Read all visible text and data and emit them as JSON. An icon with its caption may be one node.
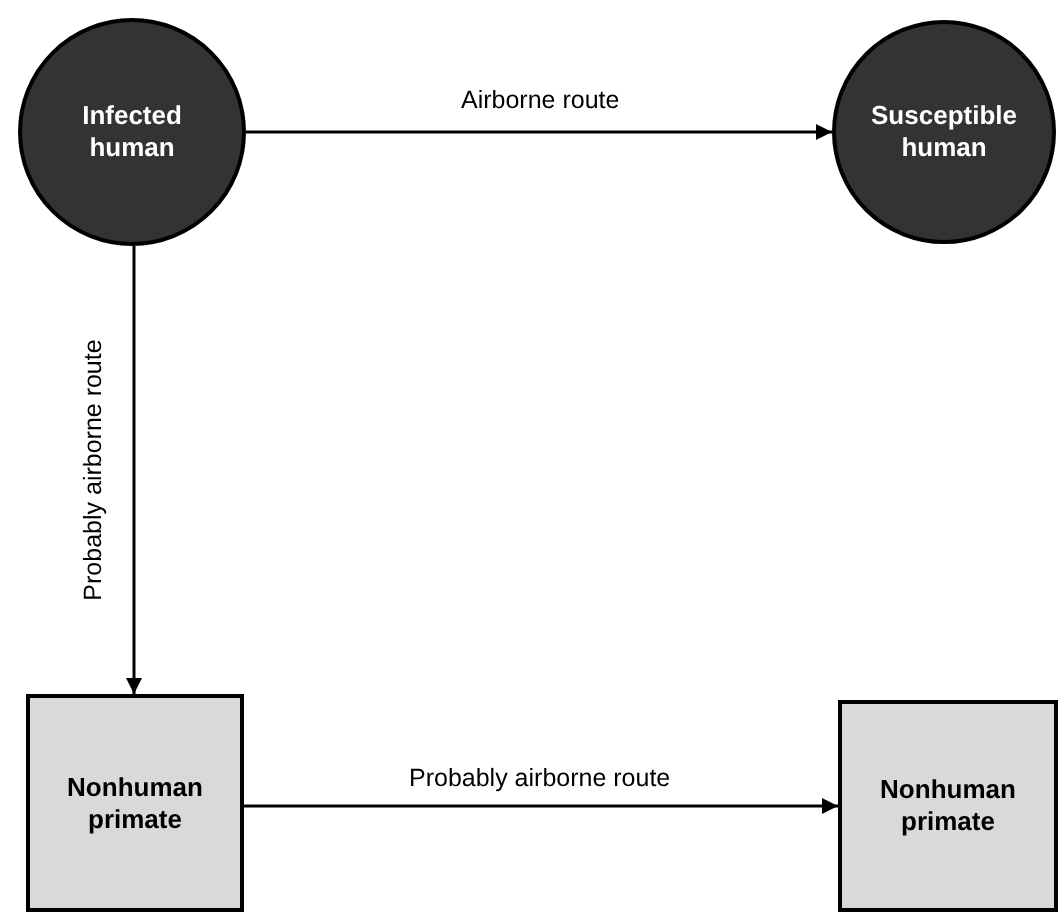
{
  "diagram": {
    "nodes": [
      {
        "text": [
          "Infected human"
        ]
      },
      {
        "text": [
          "Susceptible human"
        ]
      },
      {
        "text": [
          "Nonhuman primate"
        ]
      },
      {
        "text": [
          "Nonhuman primate"
        ]
      }
    ],
    "edges": [
      {
        "from": 0,
        "to": 1,
        "arrow": "to",
        "label": "Airborne route"
      },
      {
        "from": 0,
        "to": 2,
        "arrow": "to",
        "label": "Probably airborne route"
      },
      {
        "from": 2,
        "to": 3,
        "arrow": "to",
        "label": "Probably airborne route"
      }
    ]
  }
}
